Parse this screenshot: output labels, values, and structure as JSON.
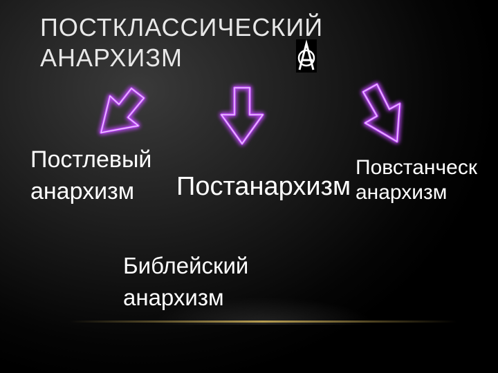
{
  "title": {
    "line1": "ПОСТКЛАССИЧЕСКИЙ",
    "line2": "АНАРХИЗМ"
  },
  "logo_icon": "anarchy-symbol-icon",
  "arrow_color": "#c34cff",
  "items": [
    {
      "line1": "Постлевый",
      "line2": "анархизм"
    },
    {
      "line1": "Постанархизм"
    },
    {
      "line1": "Повстанческ",
      "line2": "анархизм"
    },
    {
      "line1": "Библейский",
      "line2": "анархизм"
    }
  ]
}
